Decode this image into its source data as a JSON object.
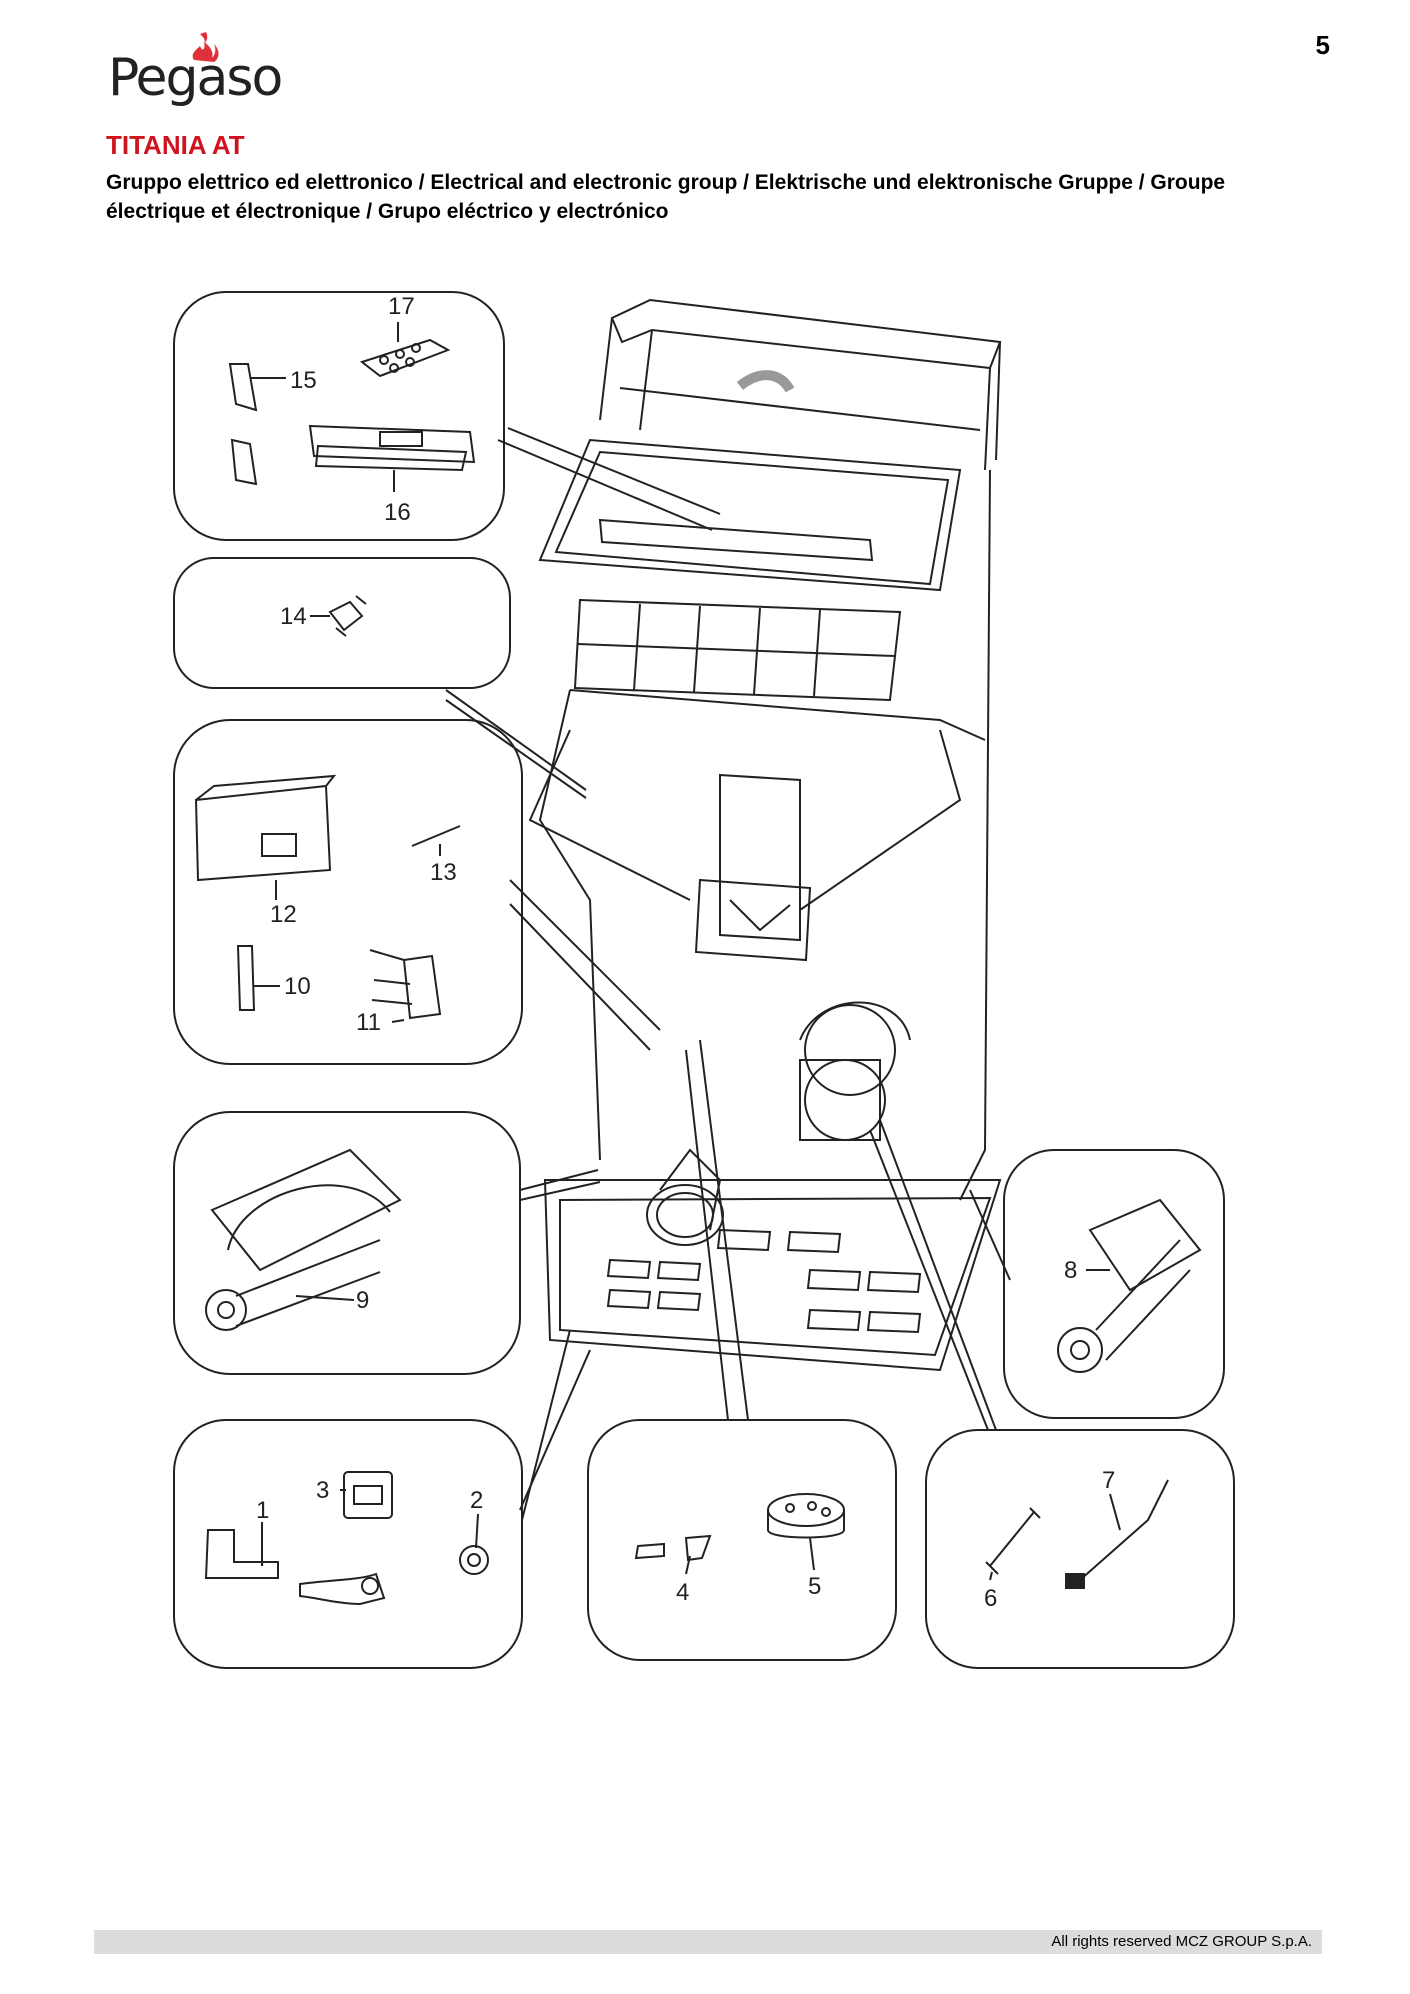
{
  "page_number": "5",
  "brand": {
    "logo_text": "Pegaso",
    "flame_color": "#e0303a"
  },
  "title": "TITANIA AT",
  "subtitle": "Gruppo elettrico ed elettronico / Electrical and electronic group / Elektrische und elektronische Gruppe / Groupe électrique et électronique / Grupo eléctrico y electrónico",
  "parts": {
    "p1": "1",
    "p2": "2",
    "p3": "3",
    "p4": "4",
    "p5": "5",
    "p6": "6",
    "p7": "7",
    "p8": "8",
    "p9": "9",
    "p10": "10",
    "p11": "11",
    "p12": "12",
    "p13": "13",
    "p14": "14",
    "p15": "15",
    "p16": "16",
    "p17": "17"
  },
  "footer": "All rights reserved MCZ GROUP S.p.A.",
  "colors": {
    "title": "#d0141e",
    "line": "#222222",
    "footer_bar": "#dcdcdc"
  }
}
